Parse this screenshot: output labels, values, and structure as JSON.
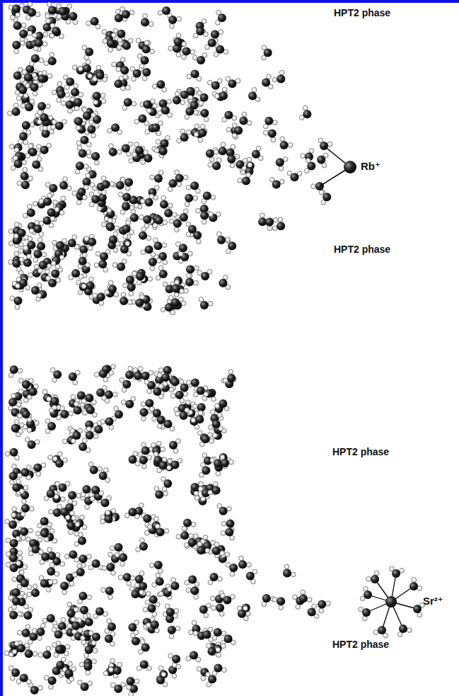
{
  "diagram": {
    "labels": [
      "HPT2 phase",
      "HPT2 phase",
      "Rb⁺",
      "HPT2 phase",
      "HPT2 phase",
      "Sr²⁺"
    ]
  }
}
